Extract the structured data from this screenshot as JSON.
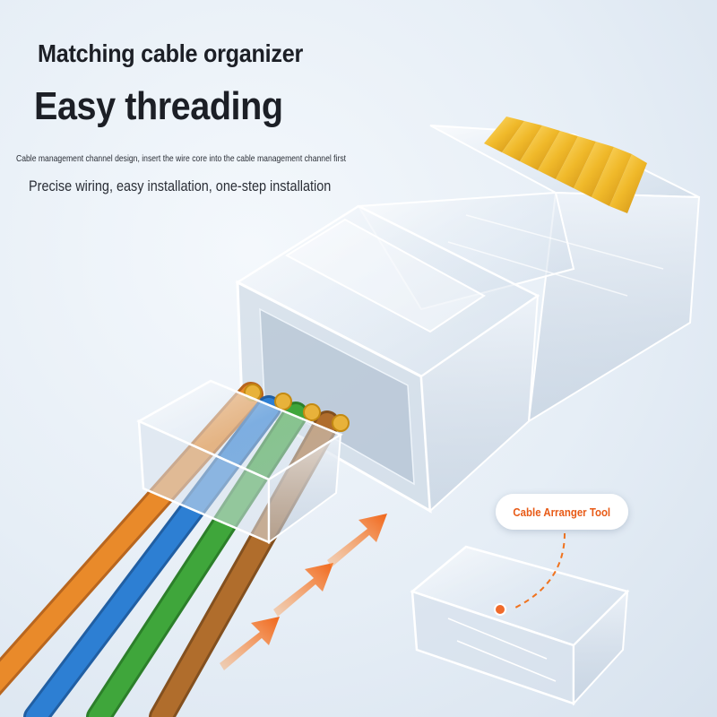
{
  "headline": {
    "subtitle": "Matching cable organizer",
    "title": "Easy threading",
    "description": "Cable management channel design, insert the wire core into the cable management channel first",
    "features": "Precise wiring, easy installation, one-step installation"
  },
  "callout": {
    "label": "Cable Arranger Tool"
  },
  "colors": {
    "accent_orange": "#f0731e",
    "wire_orange": "#e98a2a",
    "wire_blue": "#2d7fd3",
    "wire_green": "#3fa63b",
    "wire_brown": "#b06d2c",
    "gold_contacts": "#f0b92a"
  }
}
